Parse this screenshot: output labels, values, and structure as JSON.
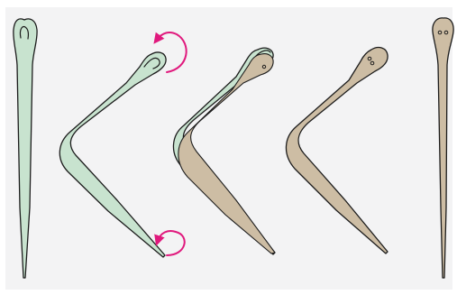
{
  "figure": {
    "background": "#f3f3f4",
    "outline_color": "#1c1c1c",
    "arrow_color": "#e0197d",
    "stages": [
      {
        "name": "straight-green-body",
        "fill": "#c8e3cf"
      },
      {
        "name": "bent-green-body-rotating",
        "fill": "#c8e3cf"
      },
      {
        "name": "overlap-green-and-tan-body",
        "fill": "#c8e3cf",
        "overlay_fill": "#cdbda4"
      },
      {
        "name": "bent-tan-body",
        "fill": "#cdbda4"
      },
      {
        "name": "straight-tan-body",
        "fill": "#cdbda4"
      }
    ],
    "rotation_arrows": [
      {
        "name": "head-rotation-arrow",
        "direction": "counterclockwise"
      },
      {
        "name": "tail-rotation-arrow",
        "direction": "counterclockwise"
      }
    ]
  }
}
